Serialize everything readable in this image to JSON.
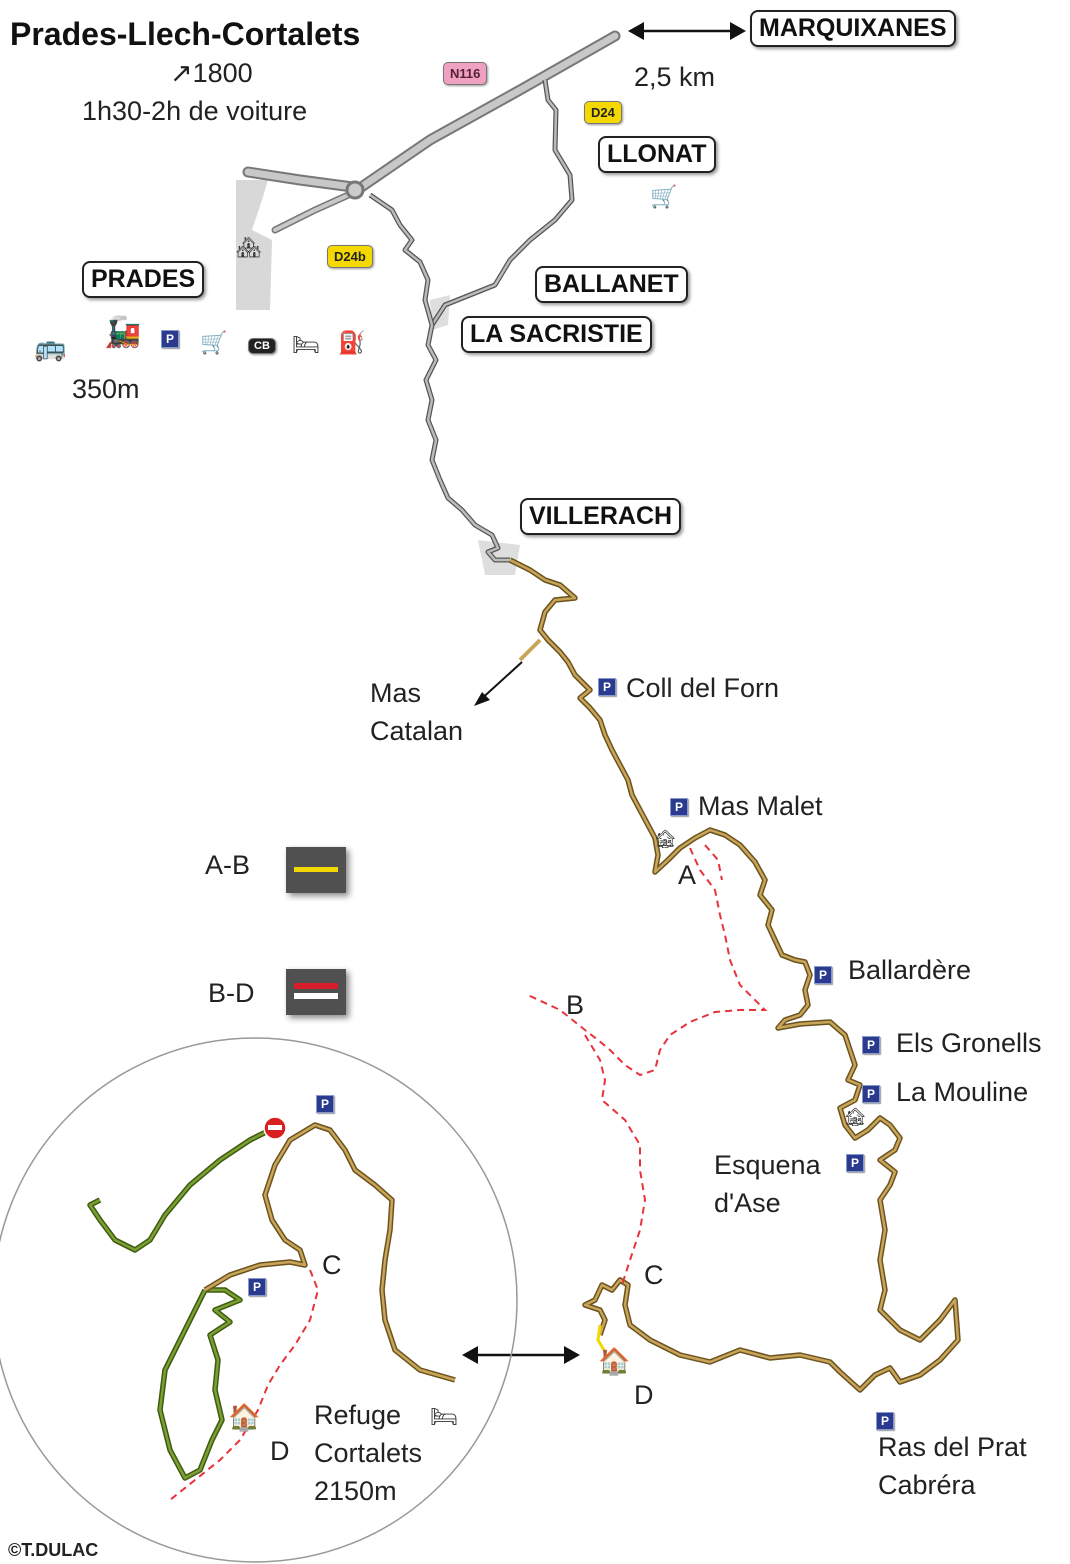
{
  "header": {
    "title": "Prades-Llech-Cortalets",
    "altitude": "↗1800",
    "drive_time": "1h30-2h de voiture"
  },
  "roads": {
    "n116": "N116",
    "d24": "D24",
    "d24b": "D24b"
  },
  "places": {
    "marquixanes": "MARQUIXANES",
    "marquixanes_distance": "2,5 km",
    "llonat": "LLONAT",
    "prades": "PRADES",
    "prades_altitude": "350m",
    "ballanet": "BALLANET",
    "la_sacristie": "LA SACRISTIE",
    "villerach": "VILLERACH",
    "mas_catalan": [
      "Mas",
      "Catalan"
    ],
    "coll_del_forn": "Coll del Forn",
    "mas_malet": "Mas Malet",
    "ballardere": "Ballardère",
    "els_gronells": "Els Gronells",
    "la_mouline": "La Mouline",
    "esquena_dase": [
      "Esquena",
      "d'Ase"
    ],
    "ras_del_prat": [
      "Ras del Prat",
      "Cabréra"
    ],
    "refuge": [
      "Refuge",
      "Cortalets",
      "2150m"
    ]
  },
  "points": {
    "a": "A",
    "b": "B",
    "c": "C",
    "d": "D"
  },
  "legend": {
    "ab_label": "A-B",
    "bd_label": "B-D",
    "ab_color": "#f2d800",
    "bd_color_top": "#d81e2a",
    "bd_color_bottom": "#ffffff"
  },
  "colors": {
    "main_road": "#9a9a9a",
    "mountain_road": "#b0924e",
    "trail_dashed": "#e8323c",
    "green_road": "#6a8a2a",
    "n116_badge": "#f0a0c0",
    "d_badge": "#f5d800"
  },
  "icons": {
    "parking": "P",
    "ce_badge": "CB"
  },
  "copyright": "©T.DULAC"
}
